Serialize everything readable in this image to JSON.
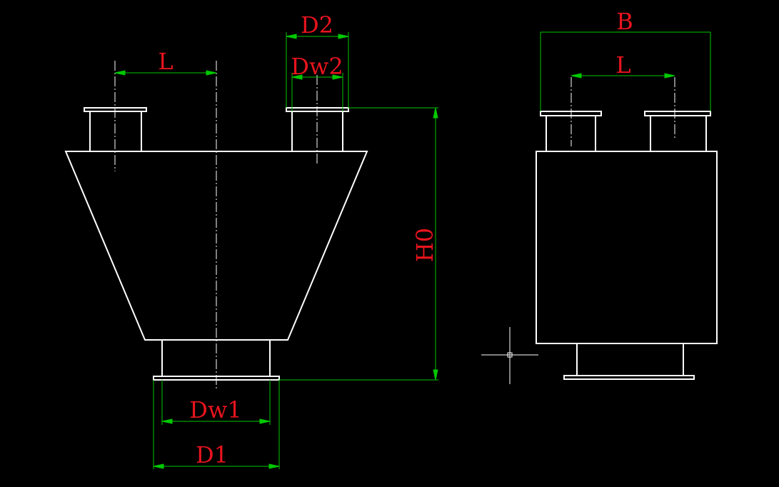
{
  "labels": {
    "front_L": "L",
    "D2": "D2",
    "Dw2": "Dw2",
    "H0": "H0",
    "Dw1": "Dw1",
    "D1": "D1",
    "B": "B",
    "side_L": "L"
  },
  "colors": {
    "background": "#000000",
    "outline": "#ffffff",
    "dimension_line": "#00c800",
    "dimension_text": "#e8141e",
    "crosshair": "#ffffff"
  }
}
